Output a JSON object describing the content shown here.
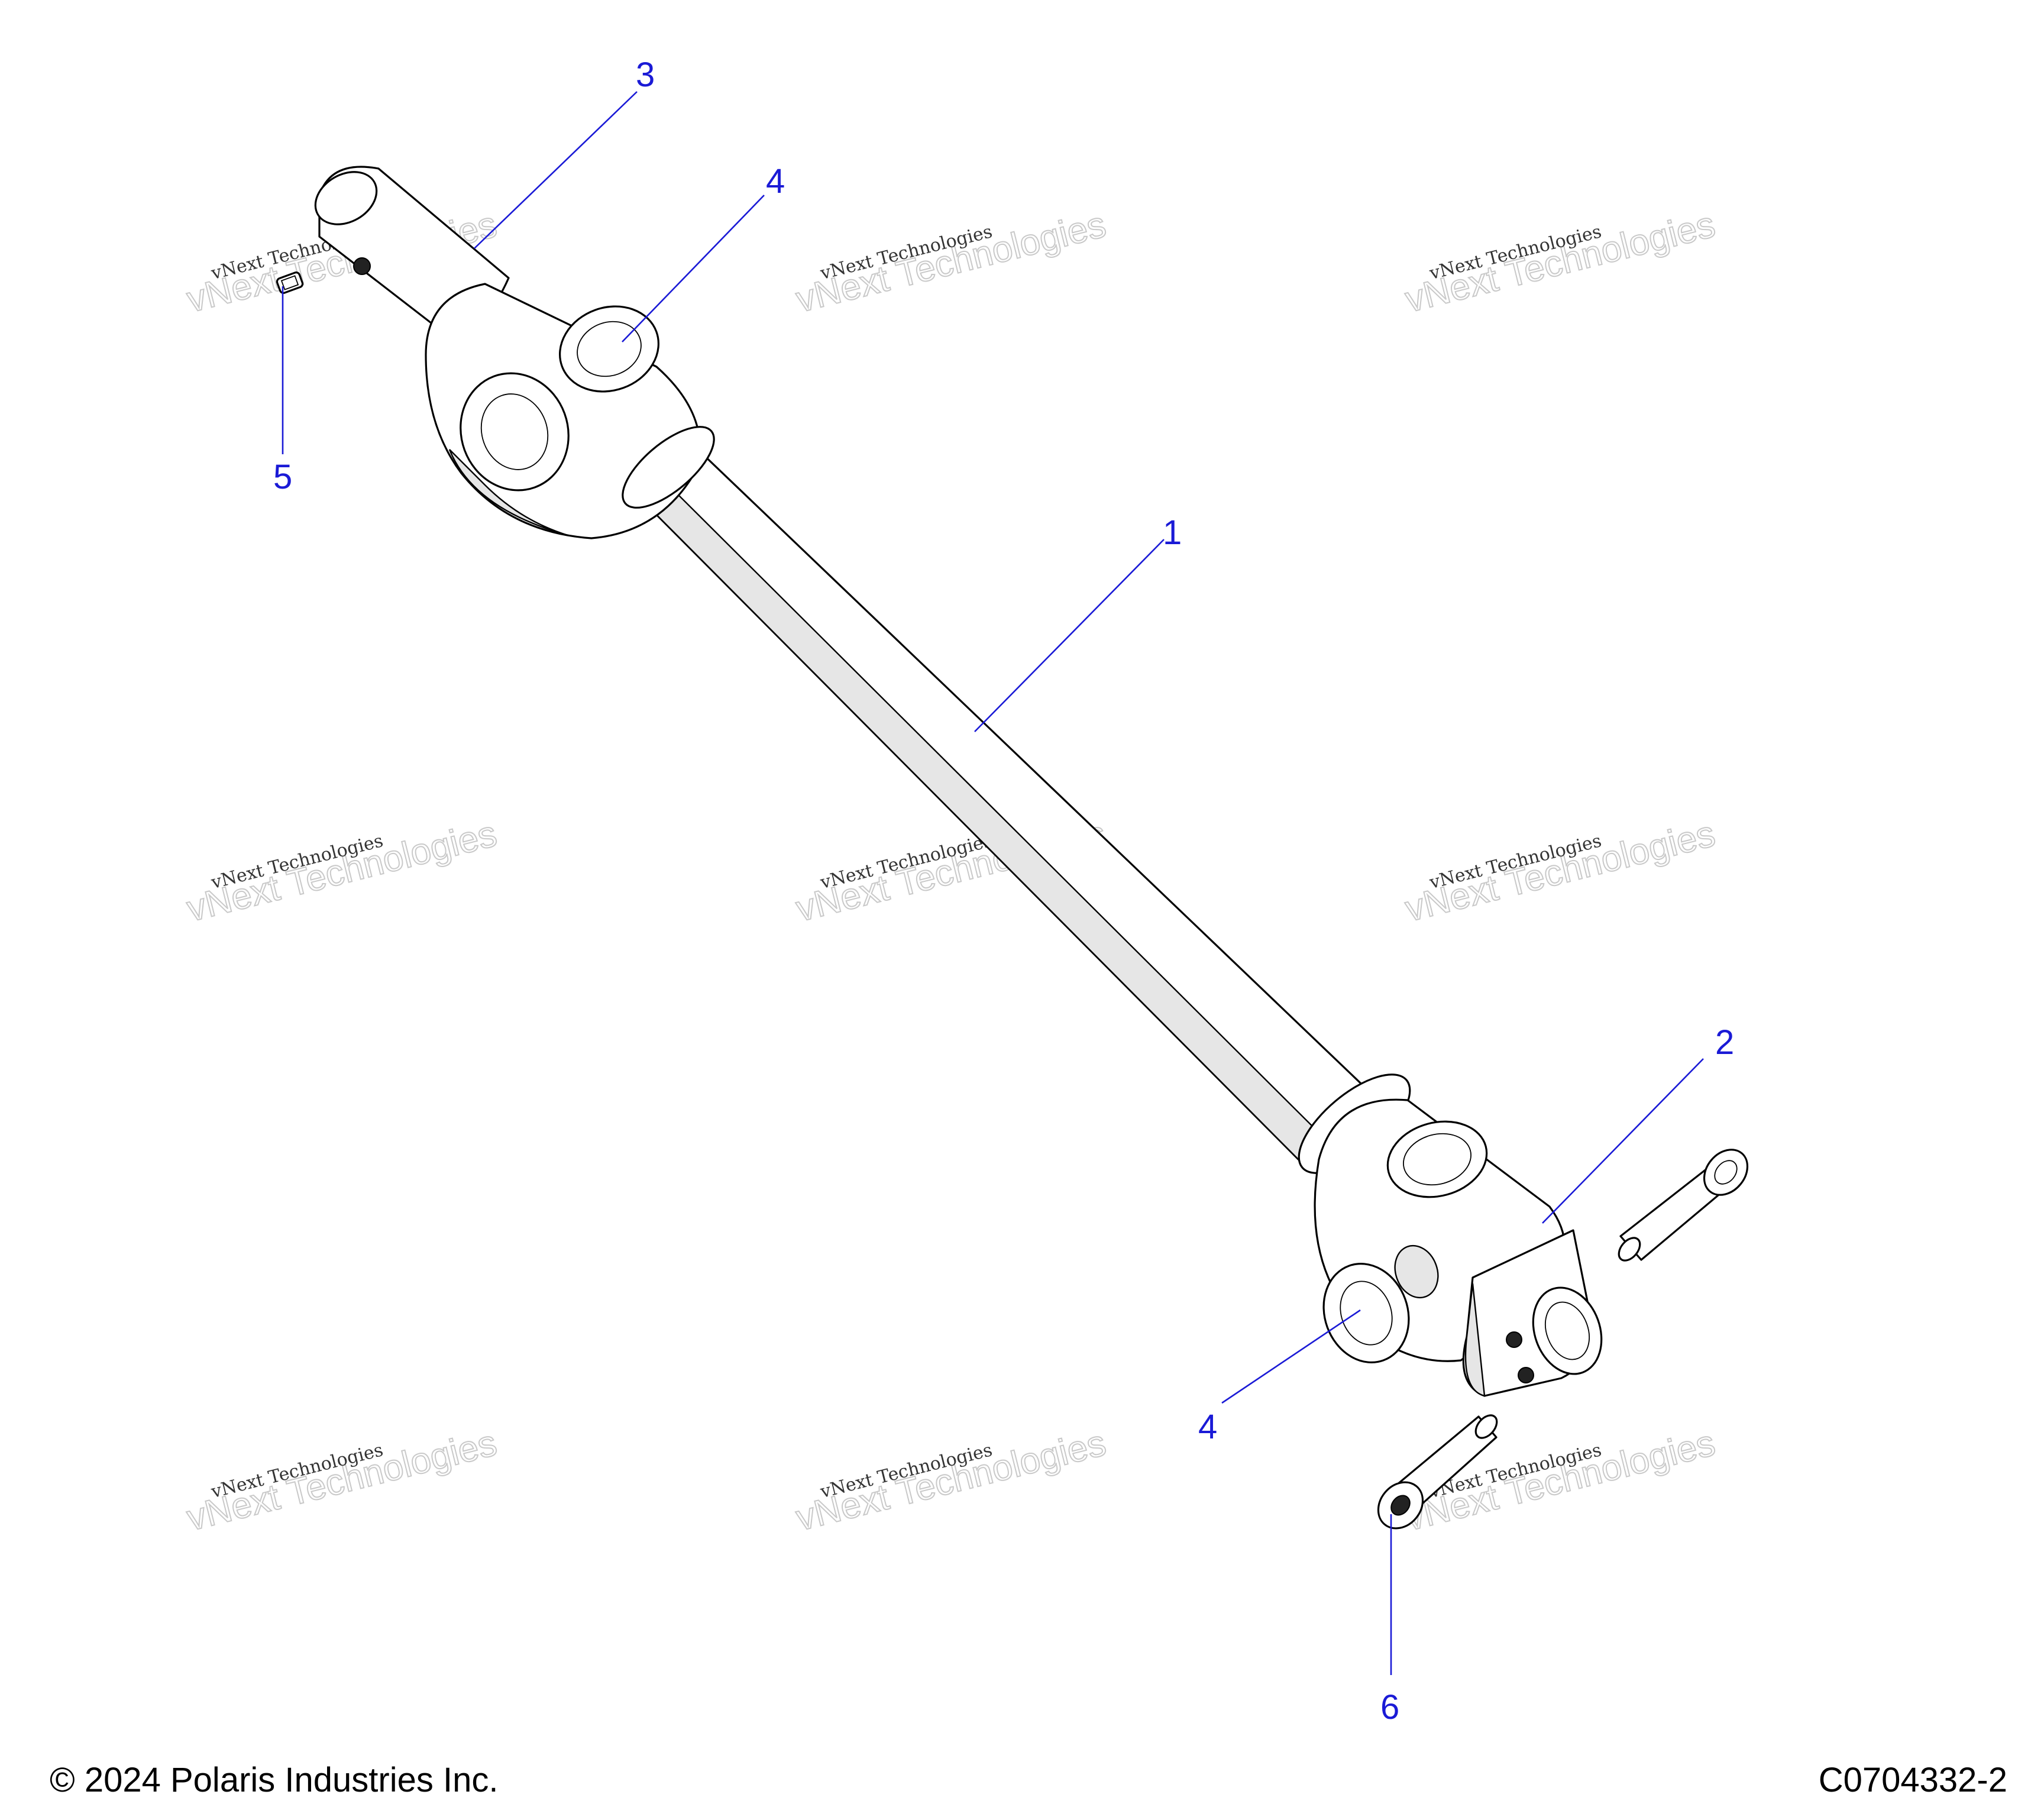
{
  "callouts": [
    {
      "id": "1",
      "label": "1"
    },
    {
      "id": "2",
      "label": "2"
    },
    {
      "id": "3",
      "label": "3"
    },
    {
      "id": "4a",
      "label": "4"
    },
    {
      "id": "4b",
      "label": "4"
    },
    {
      "id": "5",
      "label": "5"
    },
    {
      "id": "6",
      "label": "6"
    }
  ],
  "watermark": {
    "small": "vNext Technologies",
    "large": "vNext Technologies"
  },
  "footer": {
    "copyright": "© 2024 Polaris Industries Inc.",
    "drawing_id": "C0704332-2"
  },
  "colors": {
    "callout": "#1a1ad6",
    "line_art": "#000000",
    "watermark": "#c9c9c9"
  }
}
